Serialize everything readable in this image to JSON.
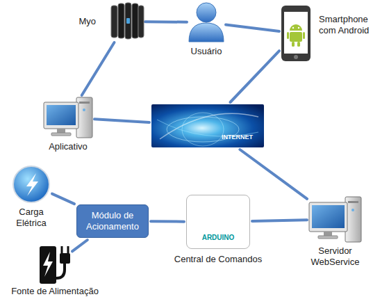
{
  "diagram": {
    "nodes": [
      {
        "text": [
          "Myo"
        ]
      },
      {
        "text": [
          "Usuário"
        ]
      },
      {
        "text": [
          "Smartphone com Android"
        ]
      },
      {
        "text": [
          "Aplicativo"
        ]
      },
      {
        "text": [
          "INTERNET"
        ]
      },
      {
        "text": [
          "Carga Elétrica"
        ]
      },
      {
        "text": [
          "Módulo de Acionamento"
        ]
      },
      {
        "text": [
          "ARDUINO",
          "Central de Comandos"
        ]
      },
      {
        "text": [
          "Servidor WebService"
        ]
      },
      {
        "text": [
          "Fonte de Alimentação"
        ]
      }
    ],
    "edges": [
      {
        "from": 0,
        "to": 1,
        "arrow": "none"
      },
      {
        "from": 1,
        "to": 2,
        "arrow": "none"
      },
      {
        "from": 0,
        "to": 3,
        "arrow": "none"
      },
      {
        "from": 3,
        "to": 4,
        "arrow": "none"
      },
      {
        "from": 2,
        "to": 4,
        "arrow": "none"
      },
      {
        "from": 4,
        "to": 8,
        "arrow": "none"
      },
      {
        "from": 8,
        "to": 7,
        "arrow": "none"
      },
      {
        "from": 7,
        "to": 6,
        "arrow": "none"
      },
      {
        "from": 6,
        "to": 5,
        "arrow": "none"
      },
      {
        "from": 6,
        "to": 9,
        "arrow": "none"
      }
    ]
  }
}
